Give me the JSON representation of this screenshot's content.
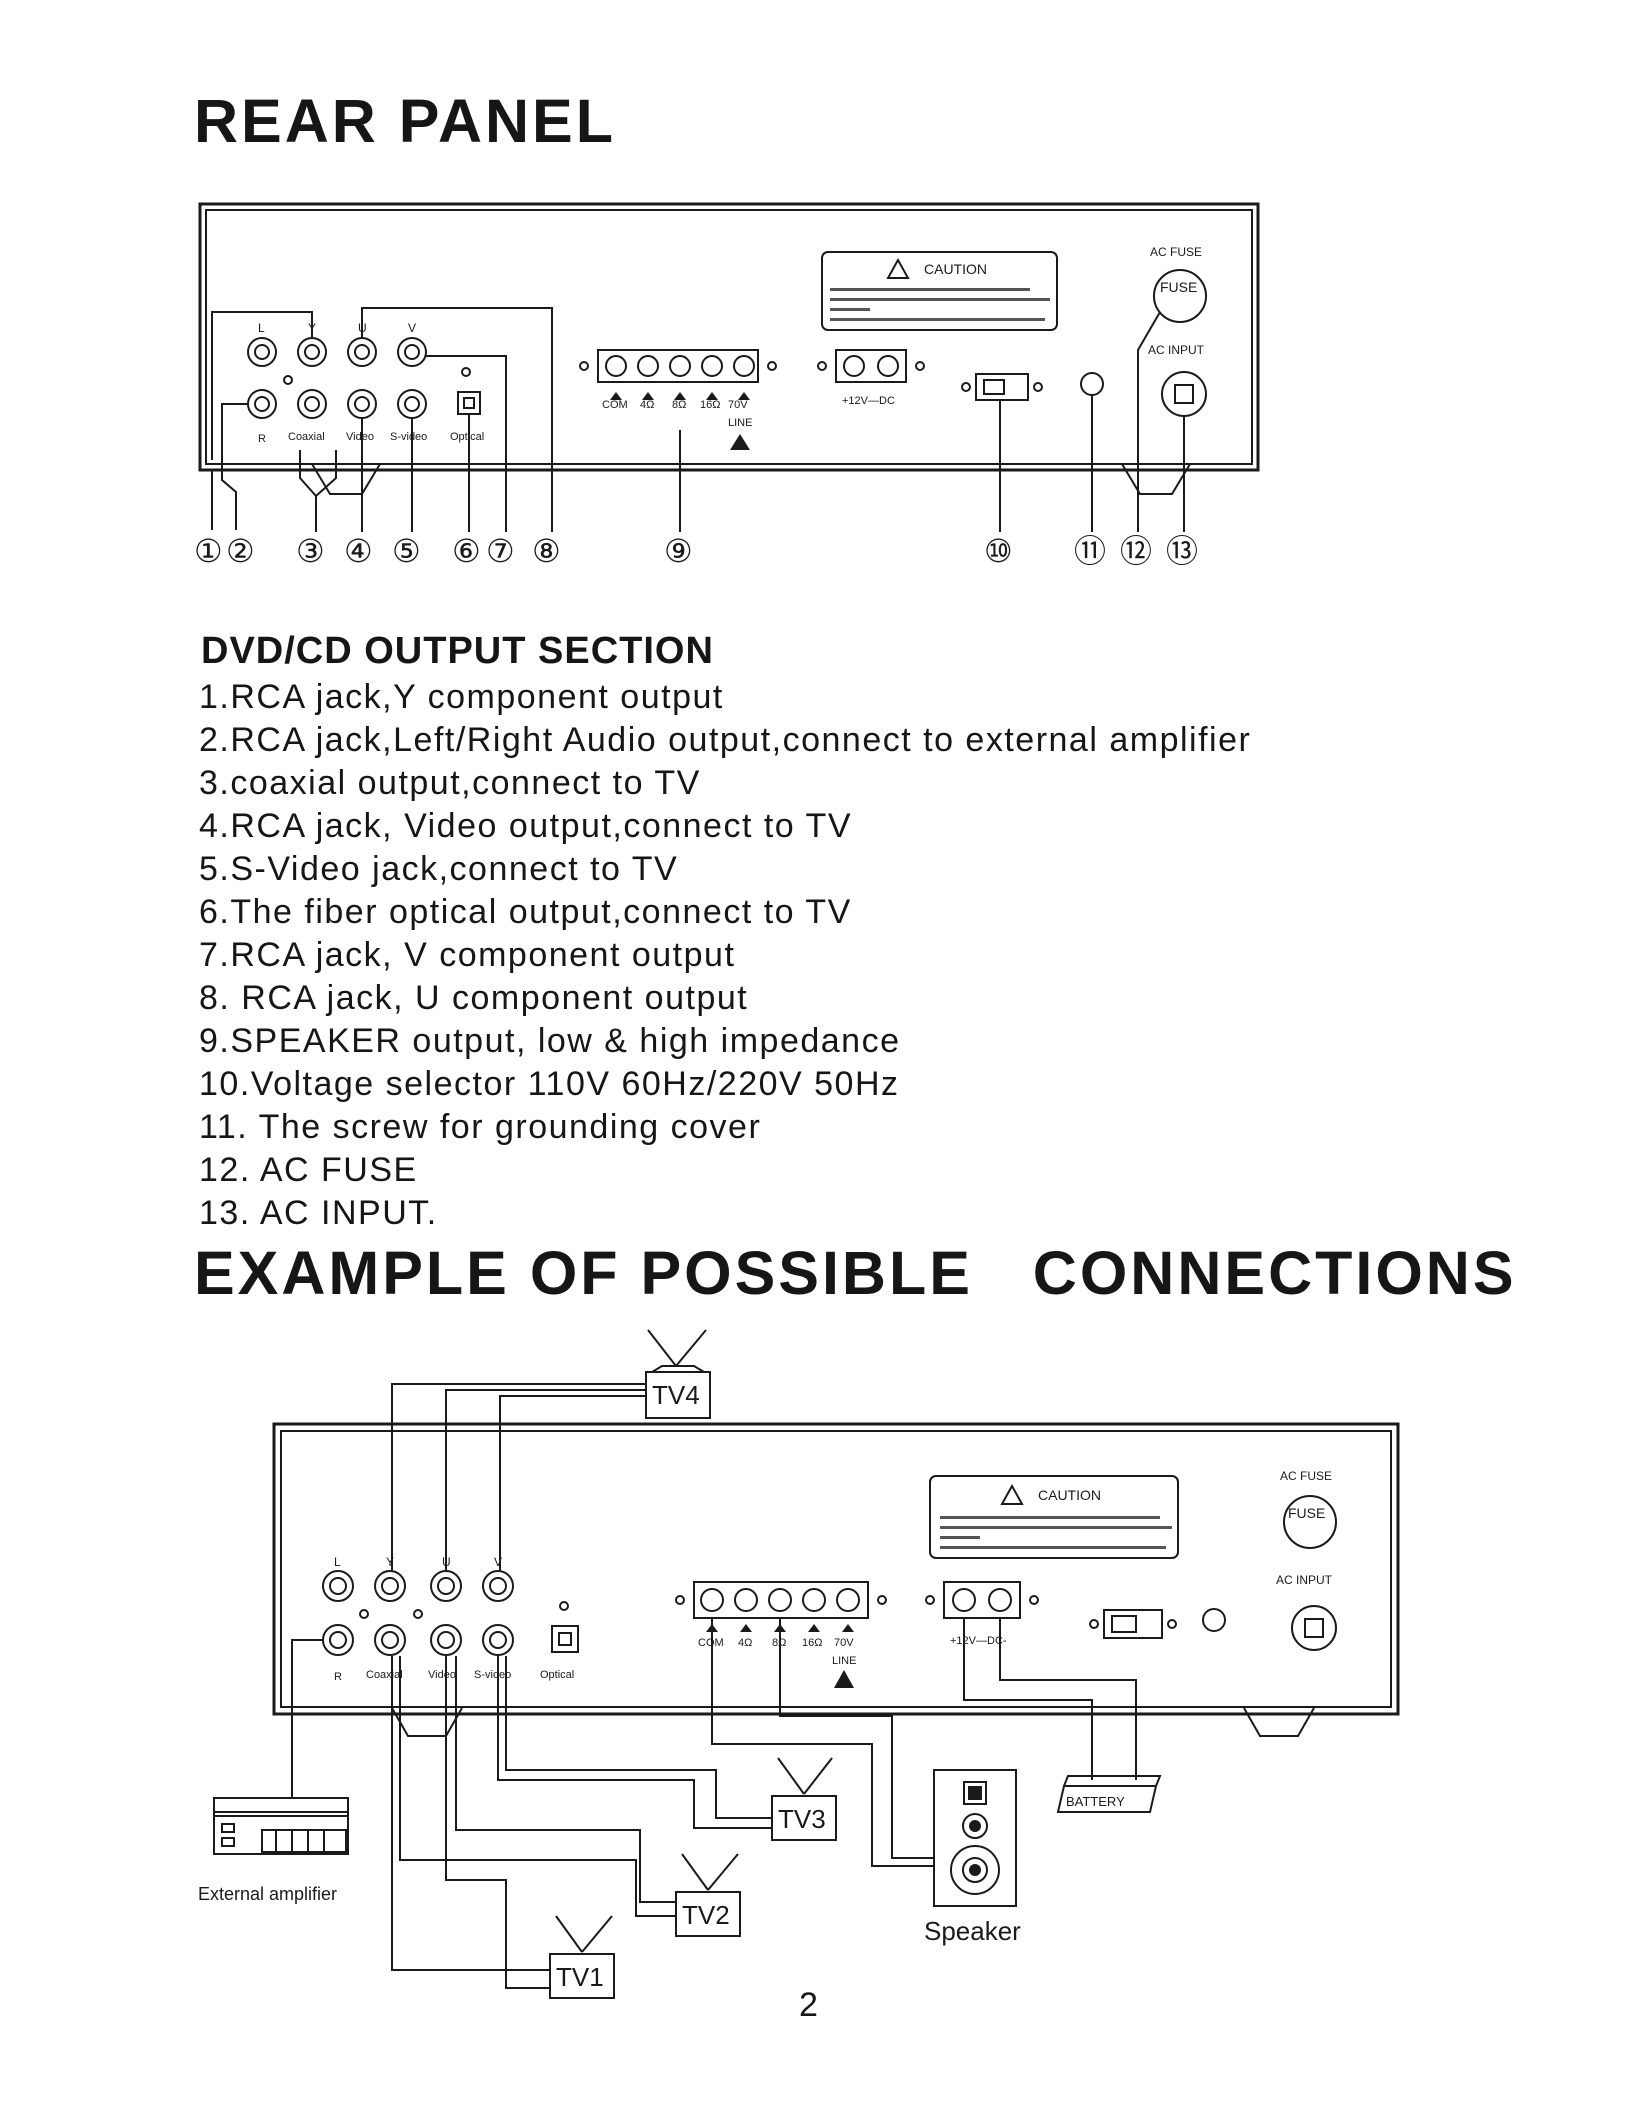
{
  "rear_panel": {
    "title": "REAR PANEL",
    "labels": {
      "ac_fuse": "AC FUSE",
      "fuse": "FUSE",
      "ac_input": "AC INPUT",
      "caution": "CAUTION",
      "L": "L",
      "R": "R",
      "Y": "Y",
      "U": "U",
      "V": "V",
      "coaxial": "Coaxial",
      "video": "Video",
      "s_video": "S-video",
      "optical": "Optical",
      "com": "COM",
      "ohm4": "4Ω",
      "ohm8": "8Ω",
      "ohm16": "16Ω",
      "v70": "70V",
      "line": "LINE",
      "dc": "+12V—DC"
    },
    "callouts": [
      "①",
      "②",
      "③",
      "④",
      "⑤",
      "⑥",
      "⑦",
      "⑧",
      "⑨",
      "⑩",
      "⑪",
      "⑫",
      "⑬"
    ]
  },
  "section": {
    "heading": "DVD/CD OUTPUT SECTION",
    "items": [
      "1.RCA jack,Y component output",
      "2.RCA jack,Left/Right Audio output,connect to external amplifier",
      "3.coaxial output,connect to TV",
      "4.RCA jack, Video output,connect to TV",
      "5.S-Video jack,connect to TV",
      "6.The fiber optical output,connect to TV",
      "7.RCA jack, V component output",
      "8. RCA jack, U component output",
      "9.SPEAKER output, low & high impedance",
      "10.Voltage selector 110V 60Hz/220V 50Hz",
      "11. The screw for grounding cover",
      "12. AC FUSE",
      "13. AC INPUT."
    ]
  },
  "connections": {
    "title": "EXAMPLE OF POSSIBLE   CONNECTIONS",
    "labels": {
      "ac_fuse": "AC FUSE",
      "fuse": "FUSE",
      "ac_input": "AC INPUT",
      "caution": "CAUTION",
      "L": "L",
      "R": "R",
      "Y": "Y",
      "U": "U",
      "V": "V",
      "coaxial": "Coaxial",
      "video": "Video",
      "s_video": "S-video",
      "optical": "Optical",
      "com": "COM",
      "ohm4": "4Ω",
      "ohm8": "8Ω",
      "ohm16": "16Ω",
      "v70": "70V",
      "line": "LINE",
      "dc": "+12V—DC-"
    },
    "tv1": "TV1",
    "tv2": "TV2",
    "tv3": "TV3",
    "tv4": "TV4",
    "speaker": "Speaker",
    "battery": "BATTERY",
    "external_amplifier": "External amplifier"
  },
  "page_number": "2"
}
